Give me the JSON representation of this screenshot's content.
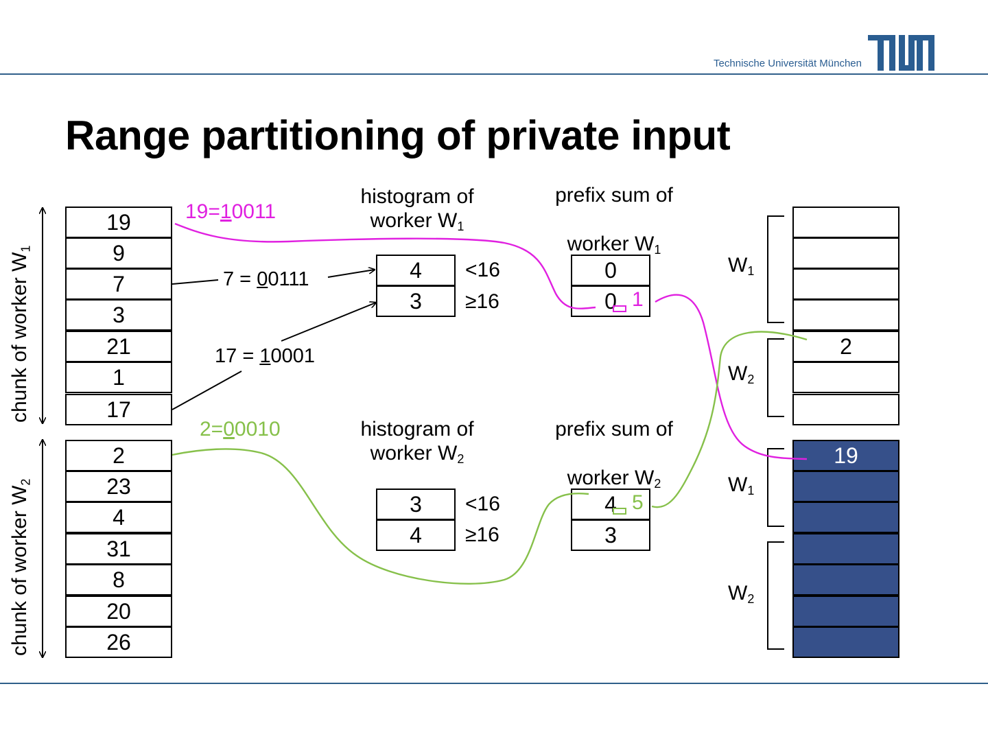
{
  "header": {
    "institution": "Technische Universität München"
  },
  "title": "Range partitioning of private input",
  "worker1": {
    "chunk_label": "chunk of worker W",
    "chunk_sub": "1",
    "chunk": [
      "19",
      "9",
      "7",
      "3",
      "21",
      "1",
      "17"
    ],
    "binary_19_pre": "19=",
    "binary_19_ul": "1",
    "binary_19_post": "0011",
    "binary_7_pre": "7 = ",
    "binary_7_ul": "0",
    "binary_7_post": "0111",
    "binary_17_pre": "17 = ",
    "binary_17_ul": "1",
    "binary_17_post": "0001",
    "histogram_title_1": "histogram of",
    "histogram_title_2": "worker W",
    "histogram": [
      "4",
      "3"
    ],
    "prefix_title_1": "prefix sum of",
    "prefix_title_2": "worker W",
    "prefix": [
      "0",
      "0"
    ],
    "prefix_updated": "1"
  },
  "worker2": {
    "chunk_label": "chunk of worker W",
    "chunk_sub": "2",
    "chunk": [
      "2",
      "23",
      "4",
      "31",
      "8",
      "20",
      "26"
    ],
    "binary_2_pre": "2=",
    "binary_2_ul": "0",
    "binary_2_post": "0010",
    "histogram_title_1": "histogram of",
    "histogram_title_2": "worker W",
    "histogram": [
      "3",
      "4"
    ],
    "prefix_title_1": "prefix sum of",
    "prefix_title_2": "worker W",
    "prefix": [
      "4",
      "3"
    ],
    "prefix_updated": "5"
  },
  "conditions": [
    "<16",
    "≥16"
  ],
  "output": {
    "w_label": "W",
    "sub1": "1",
    "sub2": "2",
    "upper": [
      "",
      "",
      "",
      "",
      "2",
      "",
      ""
    ],
    "lower": [
      "19",
      "",
      "",
      "",
      "",
      "",
      ""
    ]
  },
  "colors": {
    "magenta": "#e020e0",
    "green": "#86c04a",
    "dark_fill": "#36508a",
    "brand_blue": "#2a5d91"
  }
}
